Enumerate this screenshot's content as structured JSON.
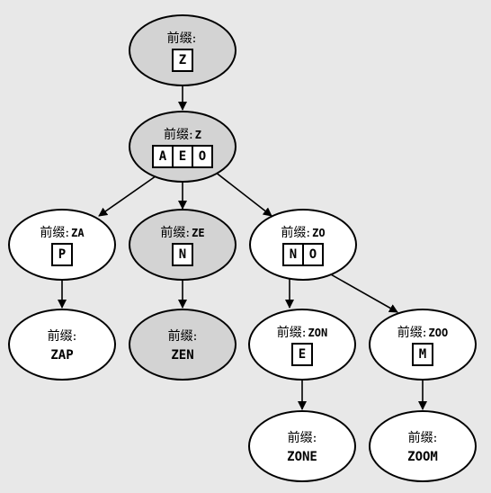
{
  "colors": {
    "grey_node": "#d3d3d3",
    "white_node": "#ffffff",
    "background": "#e8e8e8",
    "stroke": "#000000"
  },
  "nodes": {
    "root": {
      "label": "前缀:",
      "value": "",
      "keys": [
        "Z"
      ]
    },
    "z": {
      "label": "前缀:",
      "value": "Z",
      "keys": [
        "A",
        "E",
        "O"
      ]
    },
    "za": {
      "label": "前缀:",
      "value": "ZA",
      "keys": [
        "P"
      ]
    },
    "ze": {
      "label": "前缀:",
      "value": "ZE",
      "keys": [
        "N"
      ]
    },
    "zo": {
      "label": "前缀:",
      "value": "ZO",
      "keys": [
        "N",
        "O"
      ]
    },
    "zap": {
      "label": "前缀:",
      "word": "ZAP"
    },
    "zen": {
      "label": "前缀:",
      "word": "ZEN"
    },
    "zon": {
      "label": "前缀:",
      "value": "ZON",
      "keys": [
        "E"
      ]
    },
    "zoo": {
      "label": "前缀:",
      "value": "ZOO",
      "keys": [
        "M"
      ]
    },
    "zone": {
      "label": "前缀:",
      "word": "ZONE"
    },
    "zoom": {
      "label": "前缀:",
      "word": "ZOOM"
    }
  }
}
